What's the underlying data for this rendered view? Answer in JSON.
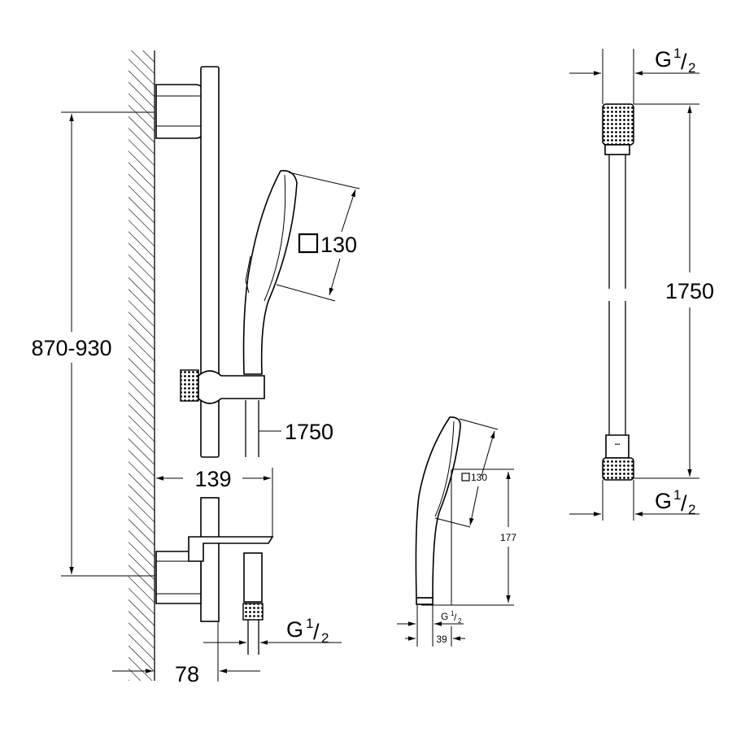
{
  "dimensions": {
    "height_range": "870-930",
    "head_size": "130",
    "hose_length_side": "1750",
    "projection_holder": "139",
    "wall_distance": "78",
    "thread_main": {
      "letter": "G",
      "num": "1",
      "den": "2"
    },
    "handshower_height": "177",
    "handshower_head": "130",
    "handshower_diameter": "39",
    "thread_handshower": {
      "letter": "G",
      "num": "1",
      "den": "2"
    },
    "hose_length": "1750",
    "thread_hose_top": {
      "letter": "G",
      "num": "1",
      "den": "2"
    },
    "thread_hose_bottom": {
      "letter": "G",
      "num": "1",
      "den": "2"
    }
  },
  "colors": {
    "line": "#000000",
    "background": "#ffffff"
  }
}
